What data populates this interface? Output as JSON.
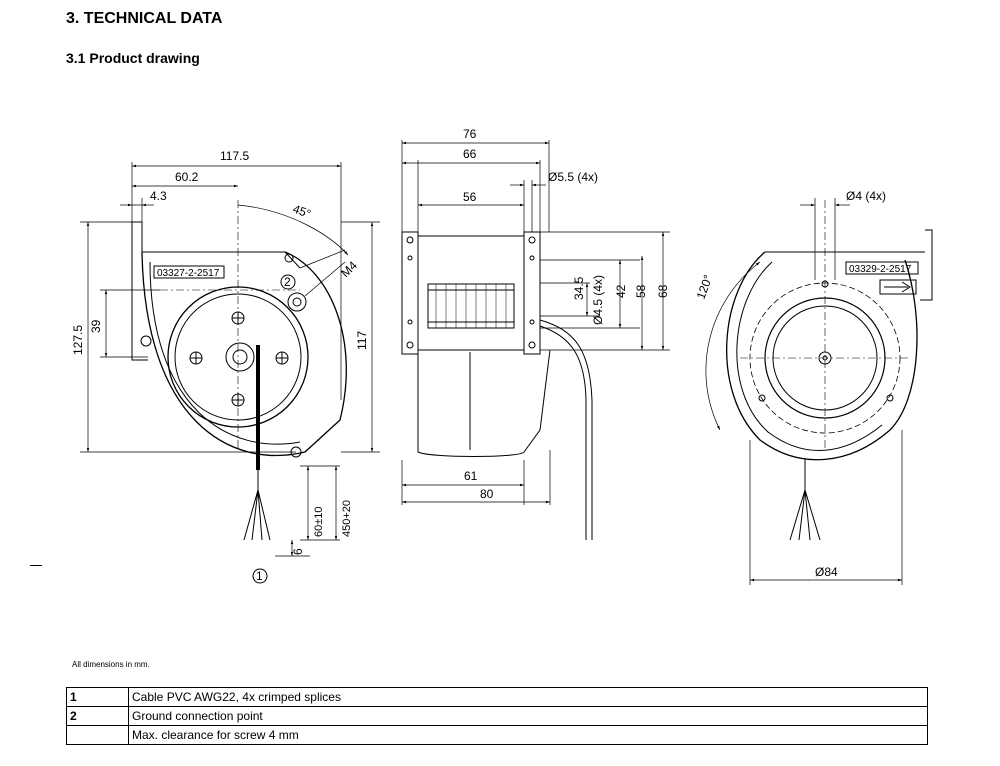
{
  "heading": "3. TECHNICAL DATA",
  "subheading": "3.1 Product drawing",
  "note": "All dimensions in mm.",
  "drawing": {
    "front": {
      "part_label": "03327-2-2517",
      "dims": [
        "117.5",
        "60.2",
        "4.3",
        "45°",
        "M4",
        "127.5",
        "39",
        "117",
        "60±10",
        "450+20",
        "6"
      ],
      "callouts": [
        "2",
        "1"
      ]
    },
    "side": {
      "dims": [
        "76",
        "66",
        "Ø5.5 (4x)",
        "56",
        "34.5",
        "Ø4.5 (4x)",
        "42",
        "58",
        "68",
        "61",
        "80"
      ]
    },
    "rear": {
      "part_label": "03329-2-2517",
      "dims": [
        "Ø4 (4x)",
        "120°",
        "Ø84"
      ]
    }
  },
  "legend": [
    {
      "num": "1",
      "text": "Cable PVC AWG22, 4x crimped splices"
    },
    {
      "num": "2",
      "text": "Ground connection point"
    },
    {
      "num": "",
      "text": "Max. clearance for screw 4 mm"
    }
  ]
}
